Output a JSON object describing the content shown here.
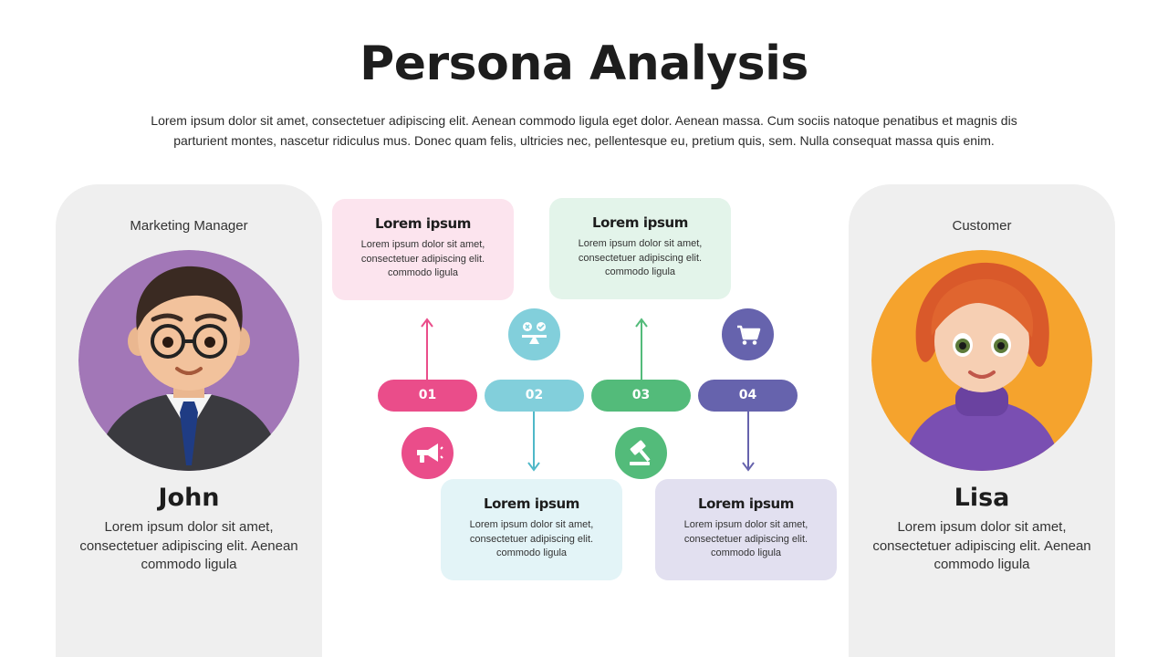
{
  "title": "Persona Analysis",
  "subtitle": "Lorem ipsum dolor sit amet, consectetuer adipiscing elit. Aenean commodo ligula eget dolor. Aenean massa. Cum sociis natoque penatibus et magnis dis parturient montes, nascetur ridiculus mus. Donec quam felis, ultricies nec, pellentesque eu, pretium quis, sem. Nulla consequat massa quis enim.",
  "personas": [
    {
      "role": "Marketing Manager",
      "name": "John",
      "description": "Lorem ipsum dolor sit amet, consectetuer adipiscing elit. Aenean commodo ligula",
      "avatar_color": "#a277b7",
      "avatar_icon": "man-avatar-icon"
    },
    {
      "role": "Customer",
      "name": "Lisa",
      "description": "Lorem ipsum dolor sit amet, consectetuer adipiscing elit. Aenean commodo ligula",
      "avatar_color": "#f5a32d",
      "avatar_icon": "woman-avatar-icon"
    }
  ],
  "steps": [
    {
      "number": "01",
      "color": "#ea4d8a",
      "card_color": "#fce4ee",
      "icon": "megaphone-icon",
      "title": "Lorem ipsum",
      "text": "Lorem ipsum dolor sit amet, consectetuer adipiscing elit. commodo ligula"
    },
    {
      "number": "02",
      "color": "#82cfdb",
      "card_color": "#e3f4f7",
      "icon": "balance-scale-icon",
      "title": "Lorem ipsum",
      "text": "Lorem ipsum dolor sit amet, consectetuer adipiscing elit. commodo ligula"
    },
    {
      "number": "03",
      "color": "#53bb7a",
      "card_color": "#e3f4ea",
      "icon": "gavel-icon",
      "title": "Lorem ipsum",
      "text": "Lorem ipsum dolor sit amet, consectetuer adipiscing elit. commodo ligula"
    },
    {
      "number": "04",
      "color": "#6663ad",
      "card_color": "#e2e0f0",
      "icon": "shopping-cart-icon",
      "title": "Lorem ipsum",
      "text": "Lorem ipsum dolor sit amet, consectetuer adipiscing elit. commodo ligula"
    }
  ]
}
